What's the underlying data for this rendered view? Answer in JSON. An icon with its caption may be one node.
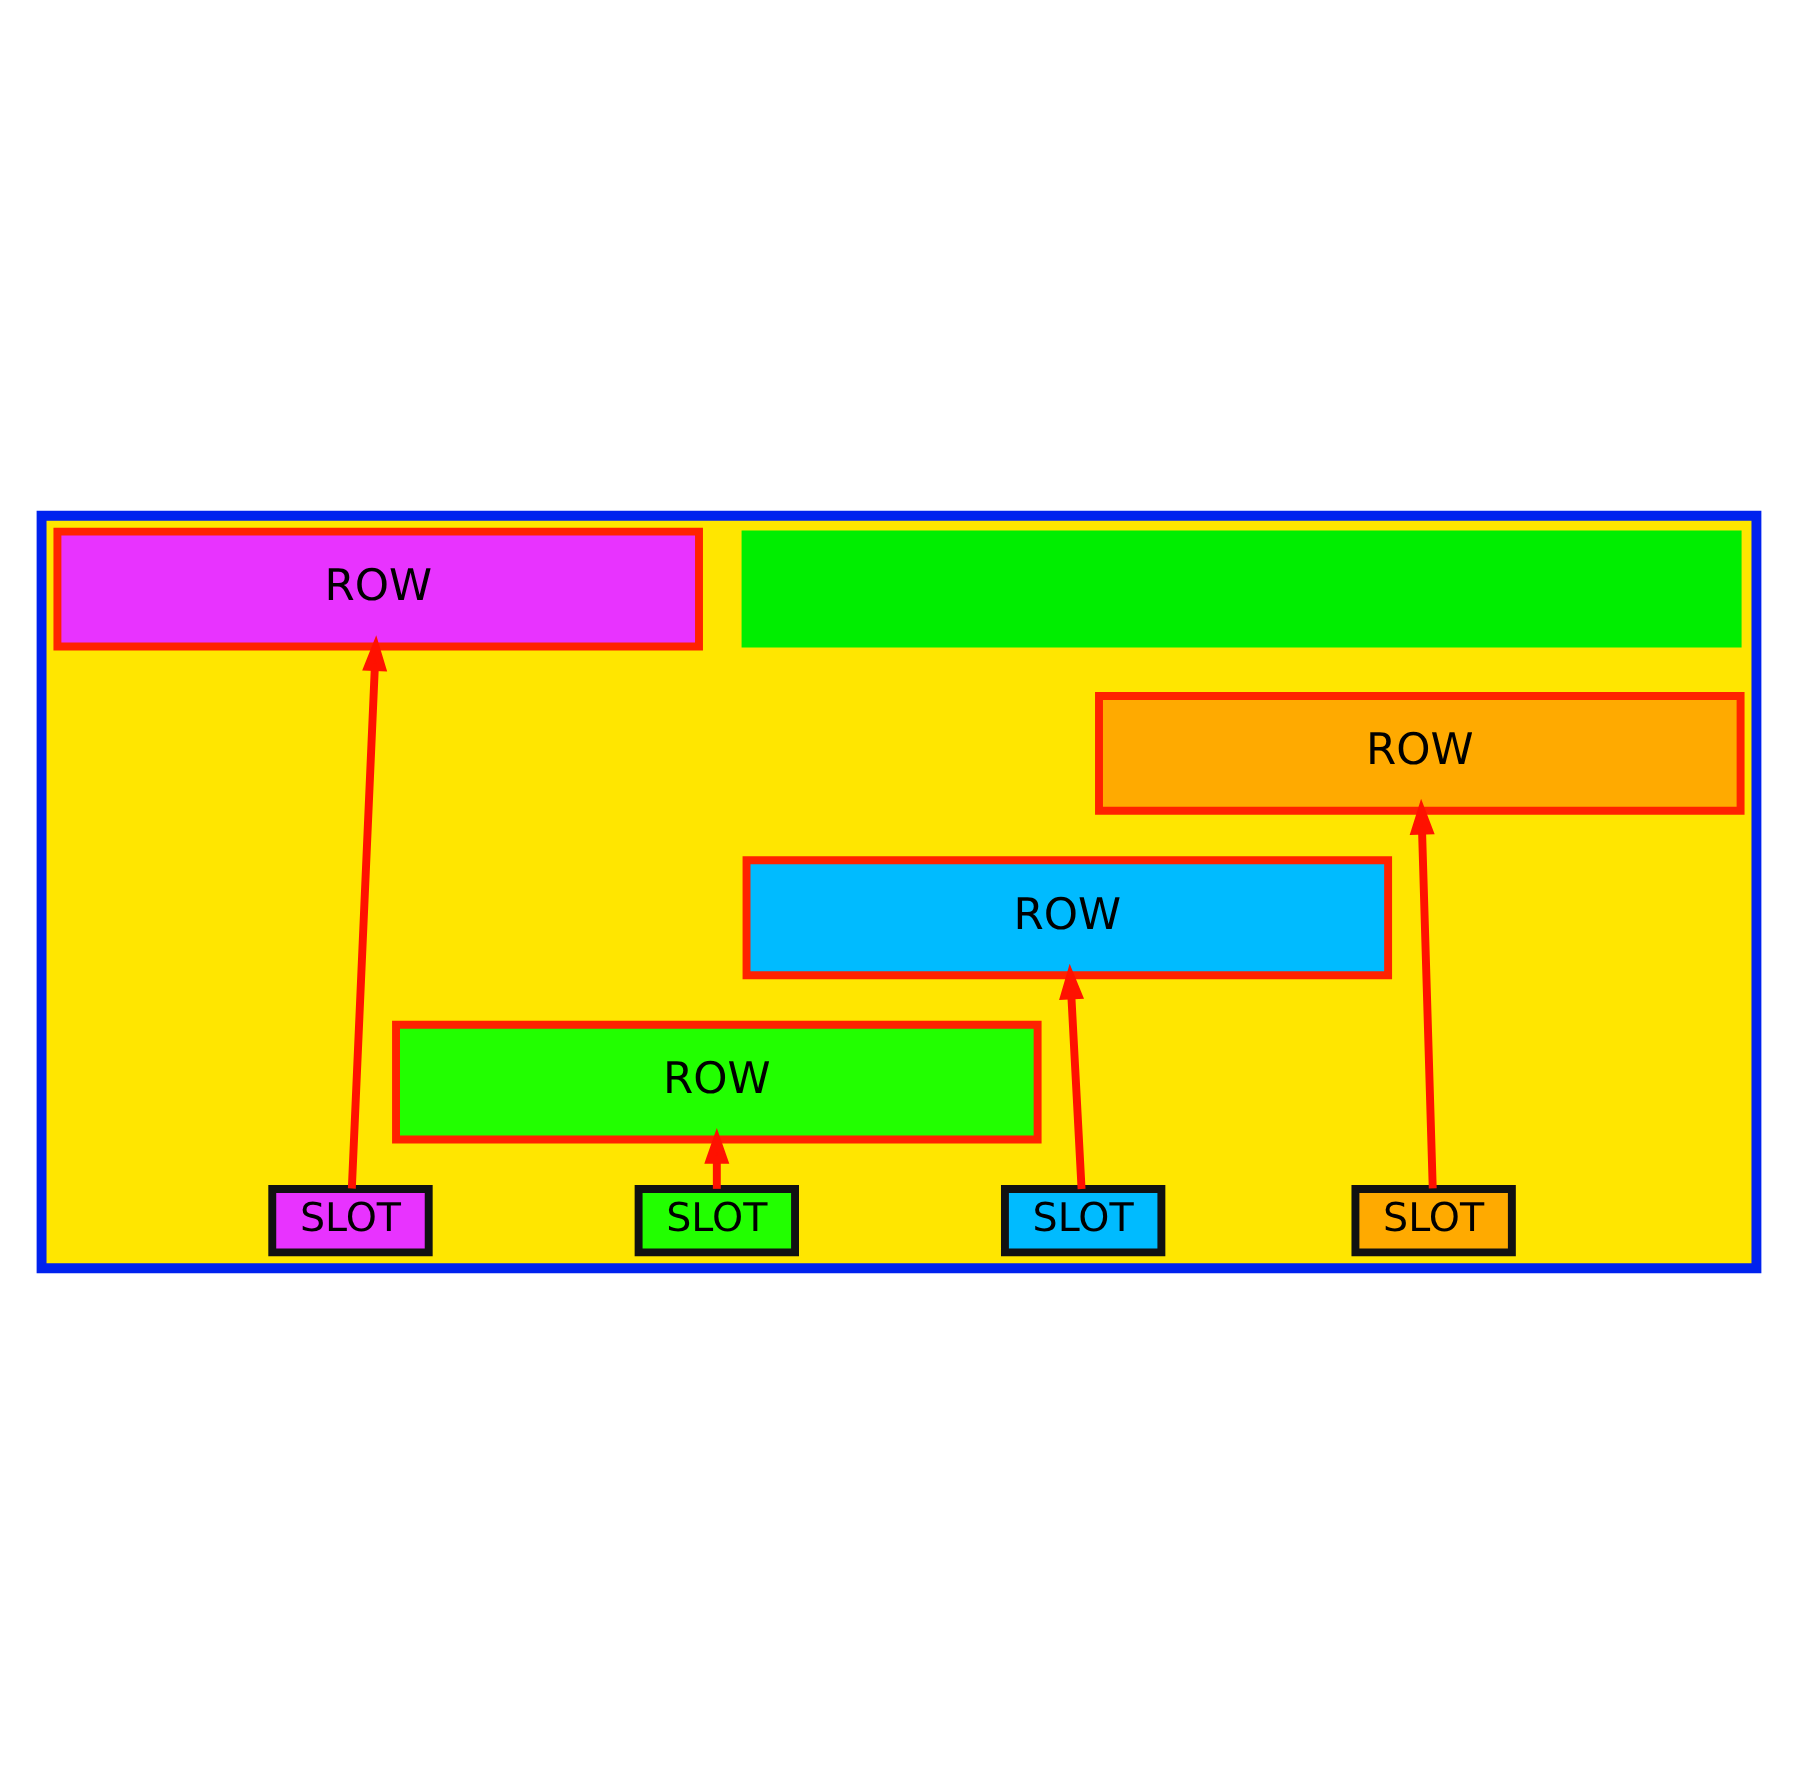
{
  "diagram": {
    "nodes": [
      {
        "text": [],
        "shape": "box"
      },
      {
        "text": [],
        "shape": "bar",
        "in": 0
      },
      {
        "text": [
          "ROW"
        ],
        "in": 0
      },
      {
        "text": [
          "ROW"
        ],
        "in": 0
      },
      {
        "text": [
          "ROW"
        ],
        "in": 0
      },
      {
        "text": [
          "ROW"
        ],
        "in": 0
      },
      {
        "text": [
          "SLOT"
        ],
        "in": 0
      },
      {
        "text": [
          "SLOT"
        ],
        "in": 0
      },
      {
        "text": [
          "SLOT"
        ],
        "in": 0
      },
      {
        "text": [
          "SLOT"
        ],
        "in": 0
      }
    ],
    "edges": [
      {
        "from": 6,
        "to": 3,
        "arrow": "to"
      },
      {
        "from": 7,
        "to": 4,
        "arrow": "to"
      },
      {
        "from": 8,
        "to": 5,
        "arrow": "to"
      },
      {
        "from": 9,
        "to": 2,
        "arrow": "to"
      }
    ]
  }
}
